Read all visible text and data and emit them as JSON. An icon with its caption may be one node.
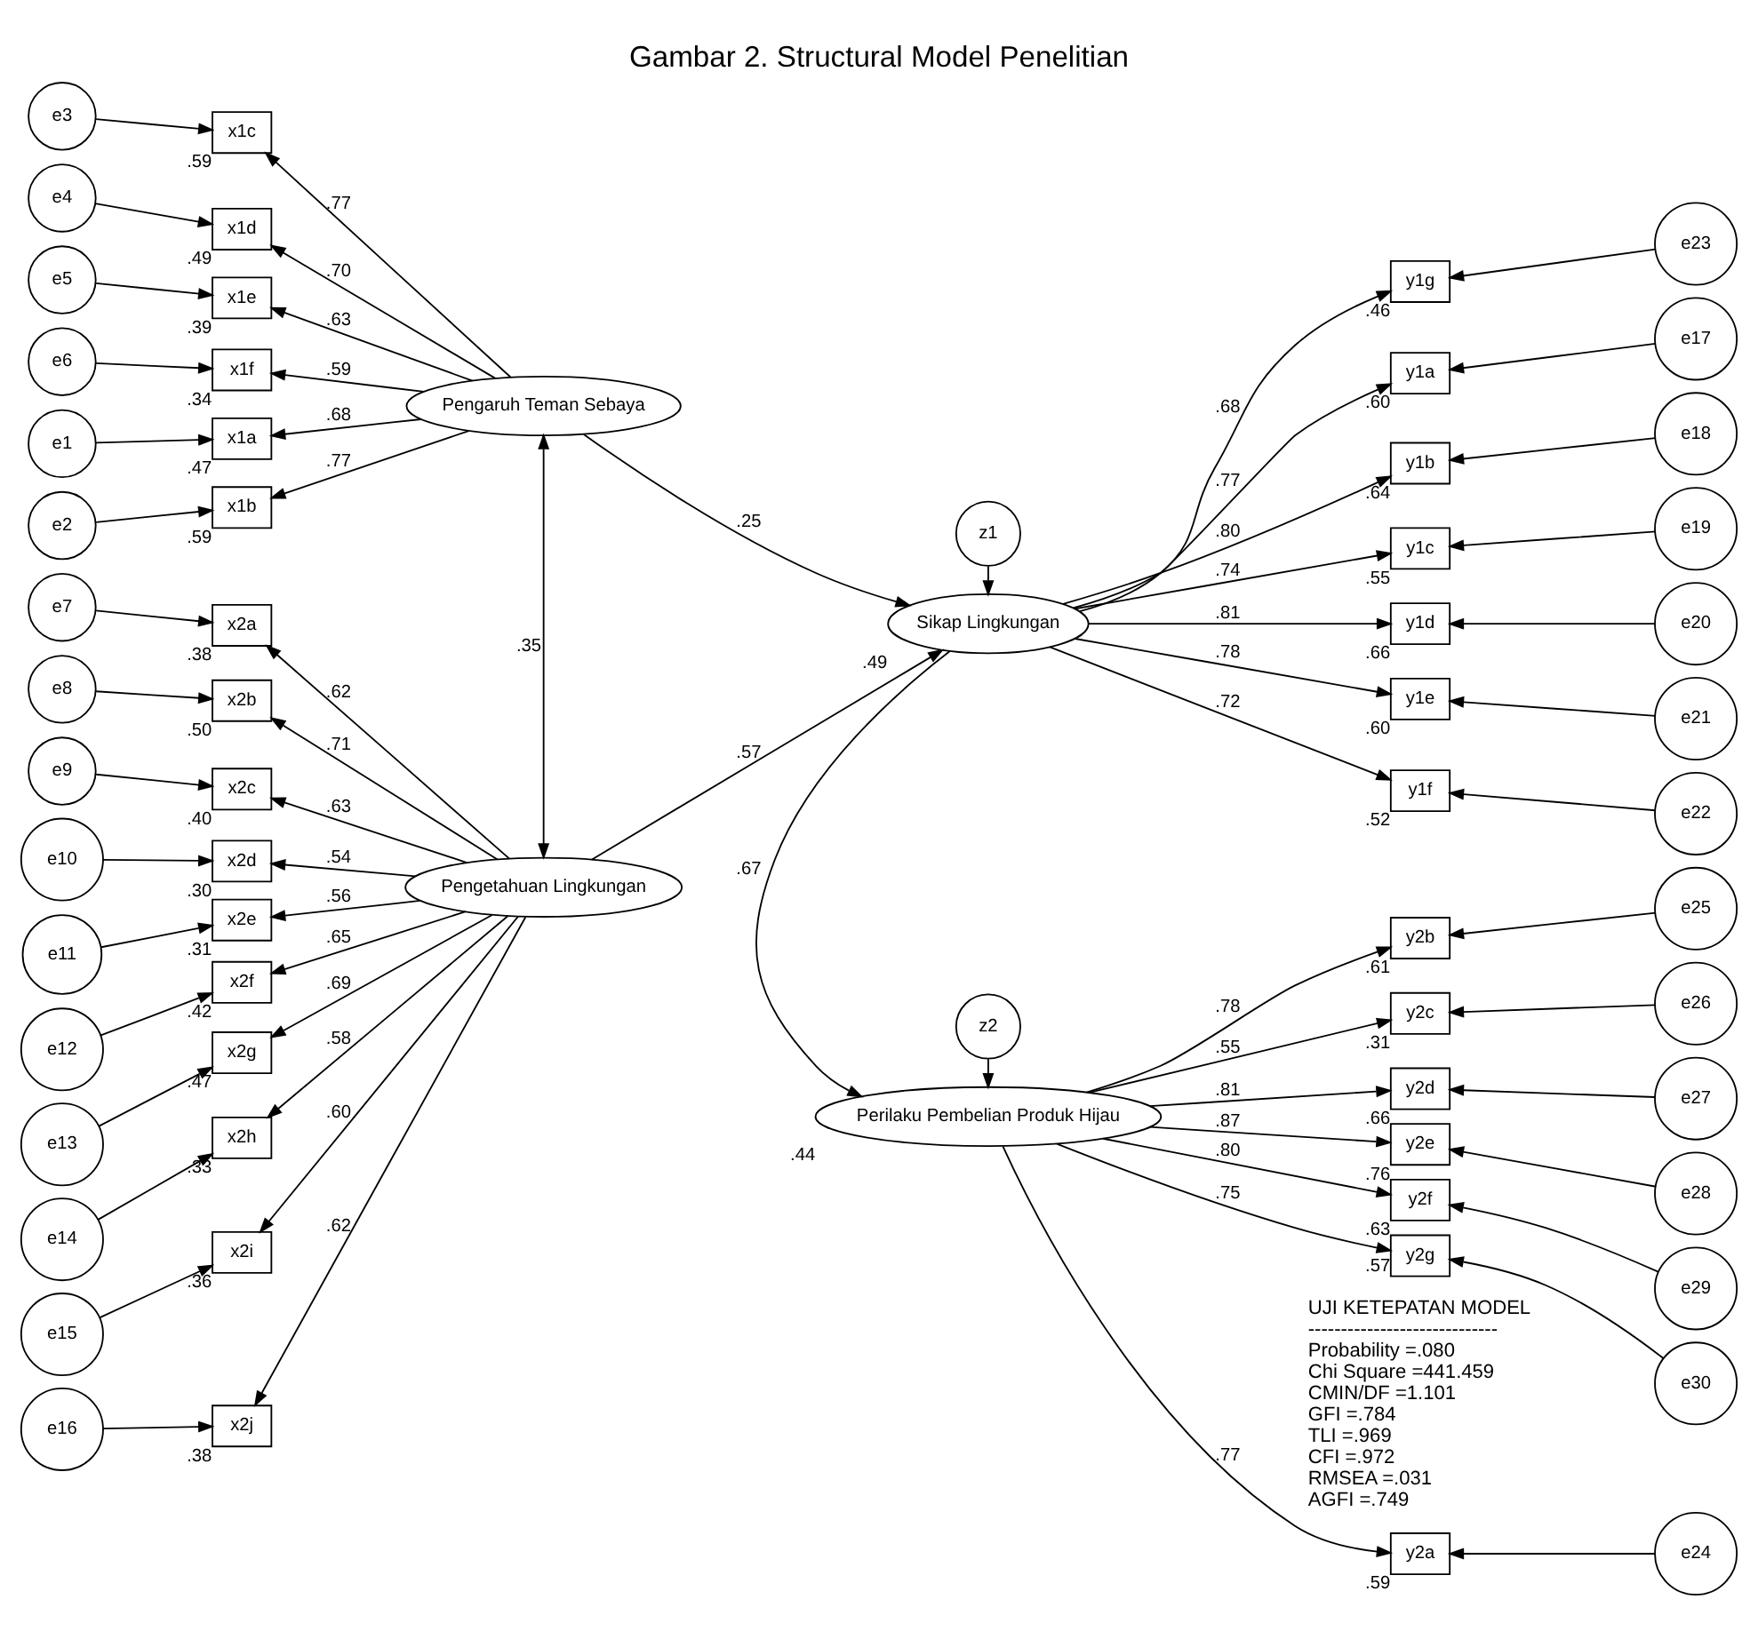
{
  "diagram": {
    "title": "Gambar 2. Structural Model Penelitian",
    "nodes": [
      {
        "text": [
          "Pengaruh Teman Sebaya"
        ]
      },
      {
        "text": [
          "Sikap Lingkungan"
        ],
        "beside": [
          ".49"
        ]
      },
      {
        "text": [
          "Pengetahuan Lingkungan"
        ]
      },
      {
        "text": [
          "Perilaku Pembelian Produk Hijau"
        ],
        "beside": [
          ".44"
        ]
      },
      {
        "text": [
          "z1"
        ]
      },
      {
        "text": [
          "z2"
        ]
      },
      {
        "text": [
          "x1a"
        ],
        "beside": [
          ".47"
        ]
      },
      {
        "text": [
          "x1b"
        ],
        "beside": [
          ".59"
        ]
      },
      {
        "text": [
          "x1c"
        ],
        "beside": [
          ".59"
        ]
      },
      {
        "text": [
          "x1d"
        ],
        "beside": [
          ".49"
        ]
      },
      {
        "text": [
          "x1e"
        ],
        "beside": [
          ".39"
        ]
      },
      {
        "text": [
          "x1f"
        ],
        "beside": [
          ".34"
        ]
      },
      {
        "text": [
          "x2a"
        ],
        "beside": [
          ".38"
        ]
      },
      {
        "text": [
          "x2b"
        ],
        "beside": [
          ".50"
        ]
      },
      {
        "text": [
          "x2c"
        ],
        "beside": [
          ".40"
        ]
      },
      {
        "text": [
          "x2d"
        ],
        "beside": [
          ".30"
        ]
      },
      {
        "text": [
          "x2e"
        ],
        "beside": [
          ".31"
        ]
      },
      {
        "text": [
          "x2f"
        ],
        "beside": [
          ".42"
        ]
      },
      {
        "text": [
          "x2g"
        ],
        "beside": [
          ".47"
        ]
      },
      {
        "text": [
          "x2h"
        ],
        "beside": [
          ".33"
        ]
      },
      {
        "text": [
          "x2i"
        ],
        "beside": [
          ".36"
        ]
      },
      {
        "text": [
          "x2j"
        ],
        "beside": [
          ".38"
        ]
      },
      {
        "text": [
          "y1a"
        ],
        "beside": [
          ".60"
        ]
      },
      {
        "text": [
          "y1b"
        ],
        "beside": [
          ".64"
        ]
      },
      {
        "text": [
          "y1c"
        ],
        "beside": [
          ".55"
        ]
      },
      {
        "text": [
          "y1d"
        ],
        "beside": [
          ".66"
        ]
      },
      {
        "text": [
          "y1e"
        ],
        "beside": [
          ".60"
        ]
      },
      {
        "text": [
          "y1f"
        ],
        "beside": [
          ".52"
        ]
      },
      {
        "text": [
          "y1g"
        ],
        "beside": [
          ".46"
        ]
      },
      {
        "text": [
          "y2a"
        ],
        "beside": [
          ".59"
        ]
      },
      {
        "text": [
          "y2b"
        ],
        "beside": [
          ".61"
        ]
      },
      {
        "text": [
          "y2c"
        ],
        "beside": [
          ".31"
        ]
      },
      {
        "text": [
          "y2d"
        ],
        "beside": [
          ".66"
        ]
      },
      {
        "text": [
          "y2e"
        ],
        "beside": [
          ".76"
        ]
      },
      {
        "text": [
          "y2f"
        ],
        "beside": [
          ".63"
        ]
      },
      {
        "text": [
          "y2g"
        ],
        "beside": [
          ".57"
        ]
      },
      {
        "text": [
          "e1"
        ]
      },
      {
        "text": [
          "e2"
        ]
      },
      {
        "text": [
          "e3"
        ]
      },
      {
        "text": [
          "e4"
        ]
      },
      {
        "text": [
          "e5"
        ]
      },
      {
        "text": [
          "e6"
        ]
      },
      {
        "text": [
          "e7"
        ]
      },
      {
        "text": [
          "e8"
        ]
      },
      {
        "text": [
          "e9"
        ]
      },
      {
        "text": [
          "e10"
        ]
      },
      {
        "text": [
          "e11"
        ]
      },
      {
        "text": [
          "e12"
        ]
      },
      {
        "text": [
          "e13"
        ]
      },
      {
        "text": [
          "e14"
        ]
      },
      {
        "text": [
          "e15"
        ]
      },
      {
        "text": [
          "e16"
        ]
      },
      {
        "text": [
          "e17"
        ]
      },
      {
        "text": [
          "e18"
        ]
      },
      {
        "text": [
          "e19"
        ]
      },
      {
        "text": [
          "e20"
        ]
      },
      {
        "text": [
          "e21"
        ]
      },
      {
        "text": [
          "e22"
        ]
      },
      {
        "text": [
          "e23"
        ]
      },
      {
        "text": [
          "e24"
        ]
      },
      {
        "text": [
          "e25"
        ]
      },
      {
        "text": [
          "e26"
        ]
      },
      {
        "text": [
          "e27"
        ]
      },
      {
        "text": [
          "e28"
        ]
      },
      {
        "text": [
          "e29"
        ]
      },
      {
        "text": [
          "e30"
        ]
      }
    ],
    "edges": [
      {
        "from": 0,
        "to": 1,
        "arrow": "to",
        "label": ".25"
      },
      {
        "from": 2,
        "to": 1,
        "arrow": "to",
        "label": ".57"
      },
      {
        "from": 0,
        "to": 2,
        "arrow": "both",
        "label": ".35"
      },
      {
        "from": 1,
        "to": 3,
        "arrow": "to",
        "label": ".67"
      },
      {
        "from": 4,
        "to": 1,
        "arrow": "to"
      },
      {
        "from": 5,
        "to": 3,
        "arrow": "to"
      },
      {
        "from": 0,
        "to": 6,
        "arrow": "to",
        "label": ".68"
      },
      {
        "from": 0,
        "to": 7,
        "arrow": "to",
        "label": ".77"
      },
      {
        "from": 0,
        "to": 8,
        "arrow": "to",
        "label": ".77"
      },
      {
        "from": 0,
        "to": 9,
        "arrow": "to",
        "label": ".70"
      },
      {
        "from": 0,
        "to": 10,
        "arrow": "to",
        "label": ".63"
      },
      {
        "from": 0,
        "to": 11,
        "arrow": "to",
        "label": ".59"
      },
      {
        "from": 2,
        "to": 12,
        "arrow": "to",
        "label": ".62"
      },
      {
        "from": 2,
        "to": 13,
        "arrow": "to",
        "label": ".71"
      },
      {
        "from": 2,
        "to": 14,
        "arrow": "to",
        "label": ".63"
      },
      {
        "from": 2,
        "to": 15,
        "arrow": "to",
        "label": ".54"
      },
      {
        "from": 2,
        "to": 16,
        "arrow": "to",
        "label": ".56"
      },
      {
        "from": 2,
        "to": 17,
        "arrow": "to",
        "label": ".65"
      },
      {
        "from": 2,
        "to": 18,
        "arrow": "to",
        "label": ".69"
      },
      {
        "from": 2,
        "to": 19,
        "arrow": "to",
        "label": ".58"
      },
      {
        "from": 2,
        "to": 20,
        "arrow": "to",
        "label": ".60"
      },
      {
        "from": 2,
        "to": 21,
        "arrow": "to",
        "label": ".62"
      },
      {
        "from": 1,
        "to": 22,
        "arrow": "to",
        "label": ".77"
      },
      {
        "from": 1,
        "to": 23,
        "arrow": "to",
        "label": ".80"
      },
      {
        "from": 1,
        "to": 24,
        "arrow": "to",
        "label": ".74"
      },
      {
        "from": 1,
        "to": 25,
        "arrow": "to",
        "label": ".81"
      },
      {
        "from": 1,
        "to": 26,
        "arrow": "to",
        "label": ".78"
      },
      {
        "from": 1,
        "to": 27,
        "arrow": "to",
        "label": ".72"
      },
      {
        "from": 1,
        "to": 28,
        "arrow": "to",
        "label": ".68"
      },
      {
        "from": 3,
        "to": 29,
        "arrow": "to",
        "label": ".77"
      },
      {
        "from": 3,
        "to": 30,
        "arrow": "to",
        "label": ".78"
      },
      {
        "from": 3,
        "to": 31,
        "arrow": "to",
        "label": ".55"
      },
      {
        "from": 3,
        "to": 32,
        "arrow": "to",
        "label": ".81"
      },
      {
        "from": 3,
        "to": 33,
        "arrow": "to",
        "label": ".87"
      },
      {
        "from": 3,
        "to": 34,
        "arrow": "to",
        "label": ".80"
      },
      {
        "from": 3,
        "to": 35,
        "arrow": "to",
        "label": ".75"
      },
      {
        "from": 36,
        "to": 6,
        "arrow": "to"
      },
      {
        "from": 37,
        "to": 7,
        "arrow": "to"
      },
      {
        "from": 38,
        "to": 8,
        "arrow": "to"
      },
      {
        "from": 39,
        "to": 9,
        "arrow": "to"
      },
      {
        "from": 40,
        "to": 10,
        "arrow": "to"
      },
      {
        "from": 41,
        "to": 11,
        "arrow": "to"
      },
      {
        "from": 42,
        "to": 12,
        "arrow": "to"
      },
      {
        "from": 43,
        "to": 13,
        "arrow": "to"
      },
      {
        "from": 44,
        "to": 14,
        "arrow": "to"
      },
      {
        "from": 45,
        "to": 15,
        "arrow": "to"
      },
      {
        "from": 46,
        "to": 16,
        "arrow": "to"
      },
      {
        "from": 47,
        "to": 17,
        "arrow": "to"
      },
      {
        "from": 48,
        "to": 18,
        "arrow": "to"
      },
      {
        "from": 49,
        "to": 19,
        "arrow": "to"
      },
      {
        "from": 50,
        "to": 20,
        "arrow": "to"
      },
      {
        "from": 51,
        "to": 21,
        "arrow": "to"
      },
      {
        "from": 52,
        "to": 22,
        "arrow": "to"
      },
      {
        "from": 53,
        "to": 23,
        "arrow": "to"
      },
      {
        "from": 54,
        "to": 24,
        "arrow": "to"
      },
      {
        "from": 55,
        "to": 25,
        "arrow": "to"
      },
      {
        "from": 56,
        "to": 26,
        "arrow": "to"
      },
      {
        "from": 57,
        "to": 27,
        "arrow": "to"
      },
      {
        "from": 58,
        "to": 28,
        "arrow": "to"
      },
      {
        "from": 59,
        "to": 29,
        "arrow": "to"
      },
      {
        "from": 60,
        "to": 30,
        "arrow": "to"
      },
      {
        "from": 61,
        "to": 31,
        "arrow": "to"
      },
      {
        "from": 62,
        "to": 32,
        "arrow": "to"
      },
      {
        "from": 63,
        "to": 33,
        "arrow": "to"
      },
      {
        "from": 64,
        "to": 34,
        "arrow": "to"
      },
      {
        "from": 65,
        "to": 35,
        "arrow": "to"
      }
    ],
    "labels": [
      "UJI KETEPATAN MODEL",
      "-----------------------------",
      "Probability =.080",
      "Chi Square =441.459",
      "CMIN/DF =1.101",
      "GFI =.784",
      "TLI =.969",
      "CFI =.972",
      "RMSEA =.031",
      "AGFI =.749"
    ]
  }
}
